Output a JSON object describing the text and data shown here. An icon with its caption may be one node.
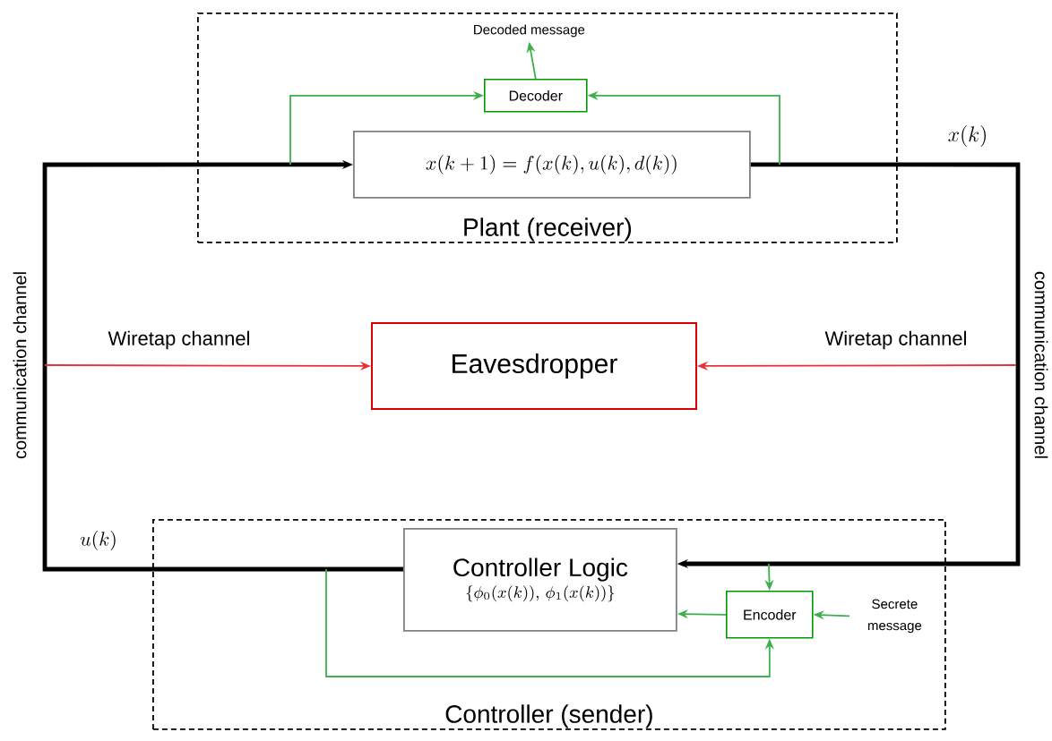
{
  "diagram": {
    "nodes": [
      {
        "text": [
          "Plant (receiver)"
        ]
      },
      {
        "text": [
          "x(k+1)=f(x(k),u(k),d(k))"
        ],
        "in": 0
      },
      {
        "text": [
          "Decoder"
        ],
        "in": 0
      },
      {
        "text": [
          "Decoded message"
        ],
        "in": 0
      },
      {
        "text": [
          "Eavesdropper"
        ]
      },
      {
        "text": [
          "Controller (sender)"
        ]
      },
      {
        "text": [
          "Controller Logic",
          "\\{\\phi_0(x(k)),\\, \\phi_1(x(k))\\}"
        ],
        "in": 5
      },
      {
        "text": [
          "Encoder"
        ],
        "in": 5
      },
      {
        "text": [
          "Secrete message"
        ],
        "in": 5
      }
    ],
    "edges": [
      {
        "from": 1,
        "to": 6,
        "arrow": "to",
        "style": "thick",
        "color": "#000000",
        "label": "x(k)"
      },
      {
        "from": 6,
        "to": 1,
        "arrow": "to",
        "style": "thick",
        "color": "#000000",
        "label": "u(k)"
      },
      {
        "from": null,
        "to": 4,
        "arrow": "to",
        "color": "#e8303a",
        "label": "Wiretap channel"
      },
      {
        "from": null,
        "to": 4,
        "arrow": "to",
        "color": "#e8303a",
        "label": "Wiretap channel"
      },
      {
        "from": null,
        "to": 2,
        "arrow": "to",
        "color": "#3cb04a"
      },
      {
        "from": null,
        "to": 2,
        "arrow": "to",
        "color": "#3cb04a"
      },
      {
        "from": 2,
        "to": 3,
        "arrow": "to",
        "color": "#3cb04a"
      },
      {
        "from": null,
        "to": 7,
        "arrow": "to",
        "color": "#3cb04a"
      },
      {
        "from": null,
        "to": 7,
        "arrow": "to",
        "color": "#3cb04a"
      },
      {
        "from": 7,
        "to": 6,
        "arrow": "to",
        "color": "#3cb04a"
      },
      {
        "from": 8,
        "to": 7,
        "arrow": "to",
        "color": "#3cb04a"
      }
    ],
    "labels": [
      "communication channel",
      "communication channel"
    ]
  }
}
